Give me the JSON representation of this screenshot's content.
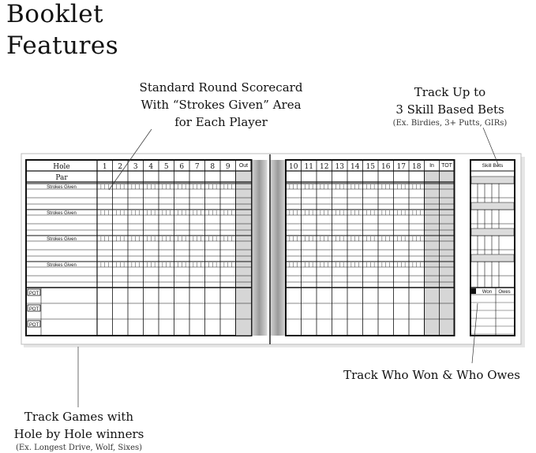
{
  "title": {
    "line1": "Booklet",
    "line2": "Features"
  },
  "callouts": {
    "scorecard": {
      "line1": "Standard Round Scorecard",
      "line2": "With “Strokes Given” Area",
      "line3": "for Each Player"
    },
    "skill": {
      "line1": "Track Up to",
      "line2": "3 Skill Based Bets",
      "small": "(Ex. Birdies, 3+ Putts, GIRs)"
    },
    "won": {
      "line1": "Track Who Won & Who Owes"
    },
    "games": {
      "line1": "Track Games with",
      "line2": "Hole by Hole winners",
      "small": "(Ex. Longest Drive, Wolf, Sixes)"
    }
  },
  "scorecard": {
    "hole_label": "Hole",
    "par_label": "Par",
    "front_holes": [
      "1",
      "2",
      "3",
      "4",
      "5",
      "6",
      "7",
      "8",
      "9"
    ],
    "back_holes": [
      "10",
      "11",
      "12",
      "13",
      "14",
      "15",
      "16",
      "17",
      "18"
    ],
    "out_label": "Out",
    "in_label": "In",
    "tot_label": "TOT",
    "strokes_given_label": "Strokes Given",
    "pot_label": "POT",
    "skill_bets_label": "Skill Bets",
    "won_label": "Won",
    "owes_label": "Owes"
  }
}
